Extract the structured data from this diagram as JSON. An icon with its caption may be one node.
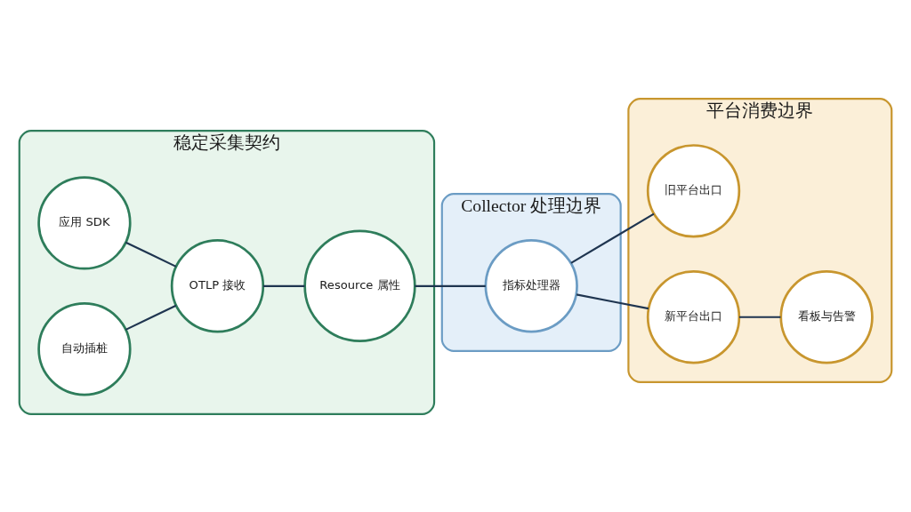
{
  "diagram": {
    "nodes": [
      {
        "text": [
          "稳定采集契约"
        ]
      },
      {
        "text": [
          "应用 SDK"
        ],
        "in": 0
      },
      {
        "text": [
          "自动插桩"
        ],
        "in": 0
      },
      {
        "text": [
          "OTLP 接收"
        ],
        "in": 0
      },
      {
        "text": [
          "Resource 属性"
        ],
        "in": 0
      },
      {
        "text": [
          "Collector 处理边界"
        ]
      },
      {
        "text": [
          "指标处理器"
        ],
        "in": 5
      },
      {
        "text": [
          "平台消费边界"
        ]
      },
      {
        "text": [
          "旧平台出口"
        ],
        "in": 7
      },
      {
        "text": [
          "新平台出口"
        ],
        "in": 7
      },
      {
        "text": [
          "看板与告警"
        ],
        "in": 7
      }
    ],
    "edges": [
      {
        "from": 1,
        "to": 3,
        "arrow": "none"
      },
      {
        "from": 2,
        "to": 3,
        "arrow": "none"
      },
      {
        "from": 3,
        "to": 4,
        "arrow": "none"
      },
      {
        "from": 4,
        "to": 6,
        "arrow": "none"
      },
      {
        "from": 6,
        "to": 8,
        "arrow": "none"
      },
      {
        "from": 6,
        "to": 9,
        "arrow": "none"
      },
      {
        "from": 9,
        "to": 10,
        "arrow": "none"
      }
    ]
  }
}
